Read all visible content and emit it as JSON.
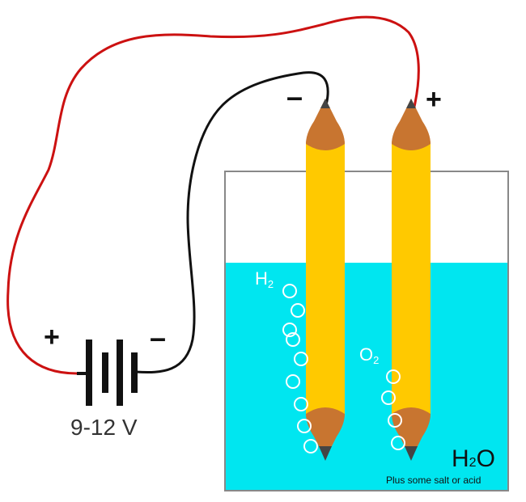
{
  "battery": {
    "voltage_label": "9-12 V",
    "positive_sign": "+",
    "negative_sign": "–"
  },
  "electrodes": {
    "cathode_sign": "–",
    "anode_sign": "+"
  },
  "gases": {
    "hydrogen": {
      "symbol": "H",
      "subscript": "2"
    },
    "oxygen": {
      "symbol": "O",
      "subscript": "2"
    }
  },
  "solution": {
    "formula_main": "H",
    "formula_subscript": "2",
    "formula_tail": "O",
    "note": "Plus some salt or acid"
  },
  "colors": {
    "water": "#00e6f0",
    "pencil_body": "#ffc900",
    "pencil_tip": "#c87530",
    "graphite": "#444444",
    "wire_positive": "#cc1111",
    "wire_negative": "#111111",
    "container_border": "#888888",
    "bubble": "#ffffff"
  }
}
